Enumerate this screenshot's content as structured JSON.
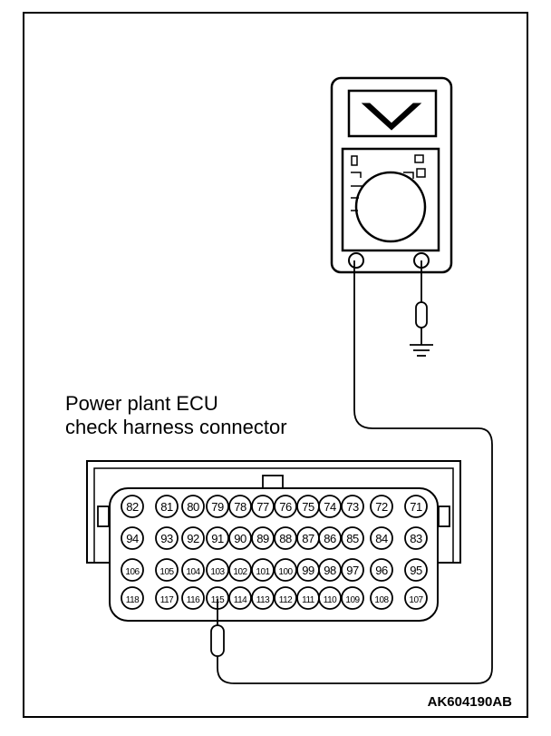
{
  "connector_label": {
    "line1": "Power plant ECU",
    "line2": "check harness connector"
  },
  "figure_id": "AK604190AB",
  "meter": {
    "display_symbol": "V",
    "function": "voltmeter"
  },
  "probed_pin": "115",
  "connector_pins": [
    [
      "82",
      "81",
      "80",
      "79",
      "78",
      "77",
      "76",
      "75",
      "74",
      "73",
      "72",
      "71"
    ],
    [
      "94",
      "93",
      "92",
      "91",
      "90",
      "89",
      "88",
      "87",
      "86",
      "85",
      "84",
      "83"
    ],
    [
      "106",
      "105",
      "104",
      "103",
      "102",
      "101",
      "100",
      "99",
      "98",
      "97",
      "96",
      "95"
    ],
    [
      "118",
      "117",
      "116",
      "115",
      "114",
      "113",
      "112",
      "111",
      "110",
      "109",
      "108",
      "107"
    ]
  ]
}
